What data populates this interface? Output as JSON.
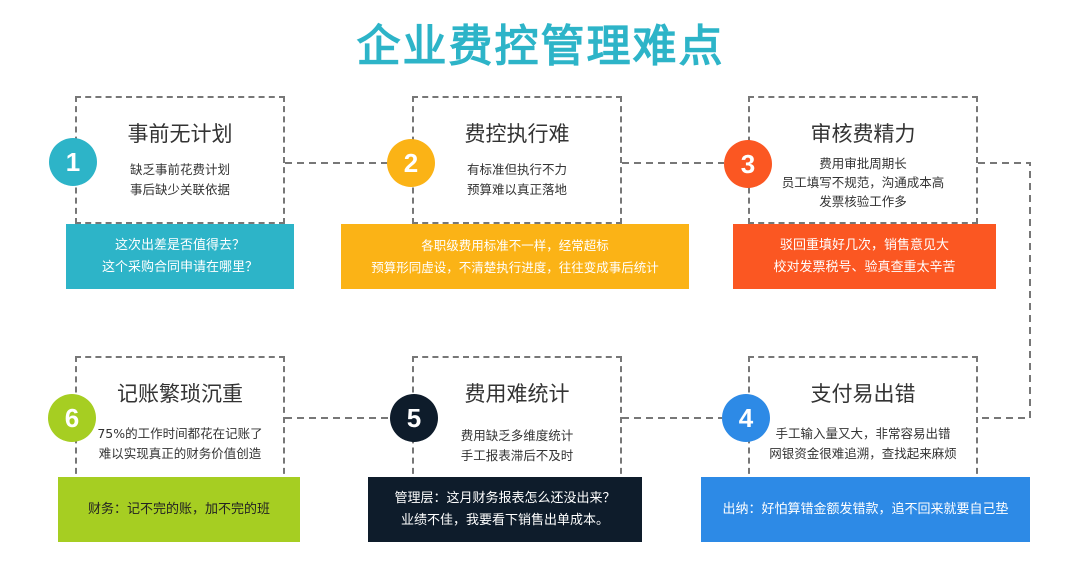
{
  "title": "企业费控管理难点",
  "colors": {
    "title": "#2db4c8",
    "step1": "#2db4c8",
    "step2": "#fbb316",
    "step3": "#fb5722",
    "step4": "#2d8ae6",
    "step5": "#0e1c2b",
    "step6": "#a6ce22"
  },
  "steps": [
    {
      "number": "1",
      "heading": "事前无计划",
      "lines": [
        "缺乏事前花费计划",
        "事后缺少关联依据"
      ],
      "banner": [
        "这次出差是否值得去？",
        "这个采购合同申请在哪里？"
      ]
    },
    {
      "number": "2",
      "heading": "费控执行难",
      "lines": [
        "有标准但执行不力",
        "预算难以真正落地"
      ],
      "banner": [
        "各职级费用标准不一样，经常超标",
        "预算形同虚设，不清楚执行进度，往往变成事后统计"
      ]
    },
    {
      "number": "3",
      "heading": "审核费精力",
      "lines": [
        "费用审批周期长",
        "员工填写不规范，沟通成本高",
        "发票核验工作多"
      ],
      "banner": [
        "驳回重填好几次，销售意见大",
        "校对发票税号、验真查重太辛苦"
      ]
    },
    {
      "number": "4",
      "heading": "支付易出错",
      "lines": [
        "手工输入量又大，非常容易出错",
        "网银资金很难追溯，查找起来麻烦"
      ],
      "banner": [
        "出纳：好怕算错金额发错款，追不回来就要自己垫"
      ]
    },
    {
      "number": "5",
      "heading": "费用难统计",
      "lines": [
        "费用缺乏多维度统计",
        "手工报表滞后不及时"
      ],
      "banner": [
        "管理层：这月财务报表怎么还没出来？",
        "业绩不佳，我要看下销售出单成本。"
      ]
    },
    {
      "number": "6",
      "heading": "记账繁琐沉重",
      "lines": [
        "75%的工作时间都花在记账了",
        "难以实现真正的财务价值创造"
      ],
      "banner": [
        "财务：记不完的账，加不完的班"
      ]
    }
  ]
}
